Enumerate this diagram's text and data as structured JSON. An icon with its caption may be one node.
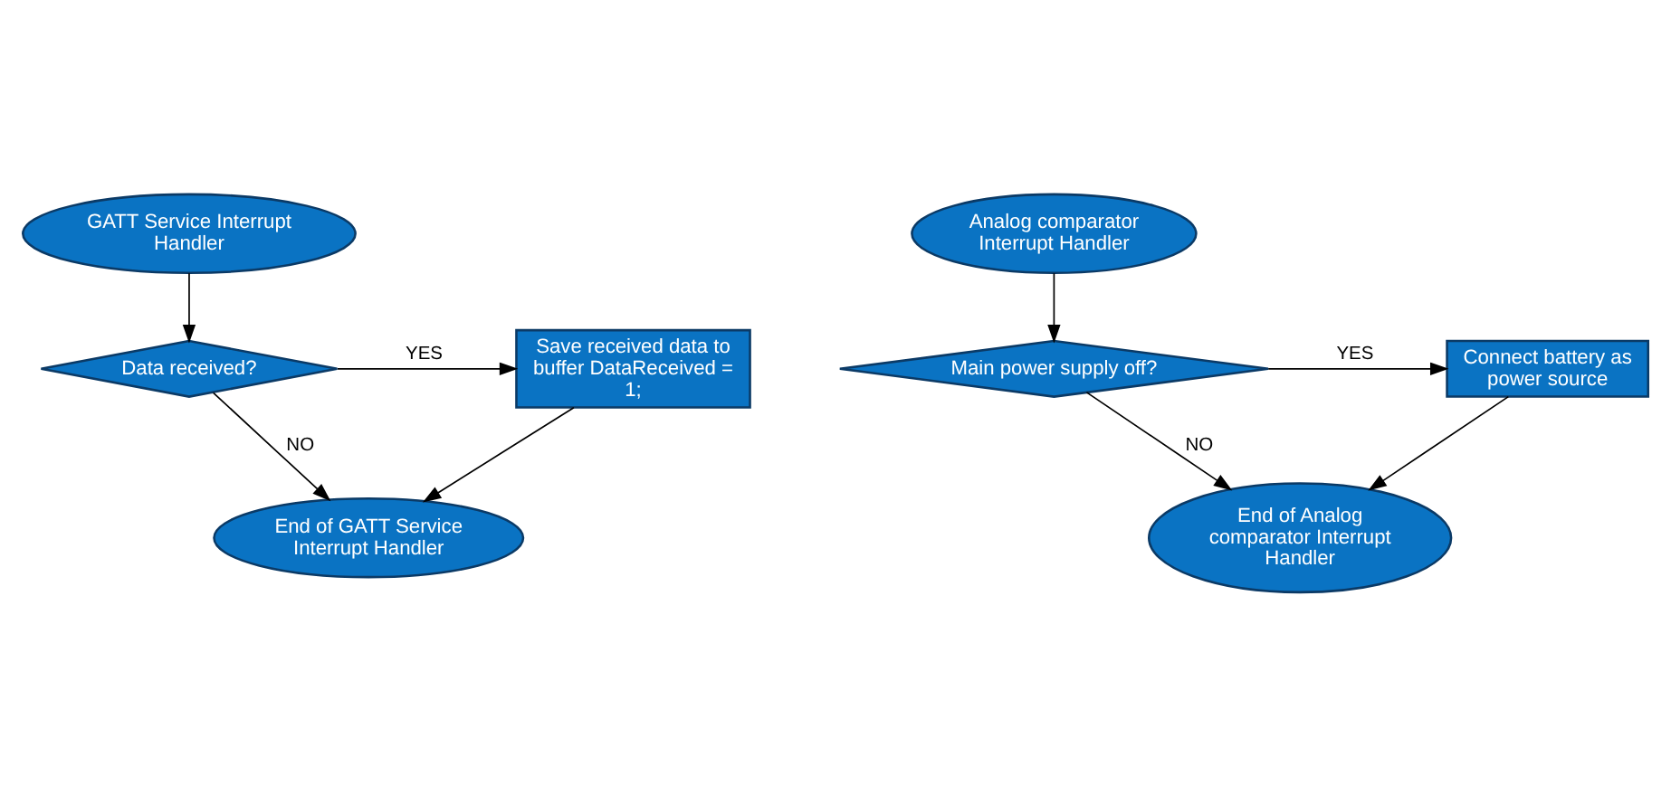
{
  "diagram": {
    "nodes": [
      {
        "text": [
          "GATT Service Interrupt Handler"
        ]
      },
      {
        "text": [
          "Data received?"
        ]
      },
      {
        "text": [
          "Save received data to buffer DataReceived = 1;"
        ]
      },
      {
        "text": [
          "End of GATT Service Interrupt Handler"
        ]
      },
      {
        "text": [
          "Analog comparator Interrupt Handler"
        ]
      },
      {
        "text": [
          "Main power supply off?"
        ]
      },
      {
        "text": [
          "Connect battery as power source"
        ]
      },
      {
        "text": [
          "End of Analog comparator Interrupt Handler"
        ]
      }
    ],
    "edges": [
      {
        "from": 0,
        "to": 1,
        "arrow": "to"
      },
      {
        "from": 1,
        "to": 2,
        "arrow": "to",
        "label": "YES"
      },
      {
        "from": 1,
        "to": 3,
        "arrow": "to",
        "label": "NO"
      },
      {
        "from": 2,
        "to": 3,
        "arrow": "to"
      },
      {
        "from": 4,
        "to": 5,
        "arrow": "to"
      },
      {
        "from": 5,
        "to": 6,
        "arrow": "to",
        "label": "YES"
      },
      {
        "from": 5,
        "to": 7,
        "arrow": "to",
        "label": "NO"
      },
      {
        "from": 6,
        "to": 7,
        "arrow": "to"
      }
    ]
  }
}
